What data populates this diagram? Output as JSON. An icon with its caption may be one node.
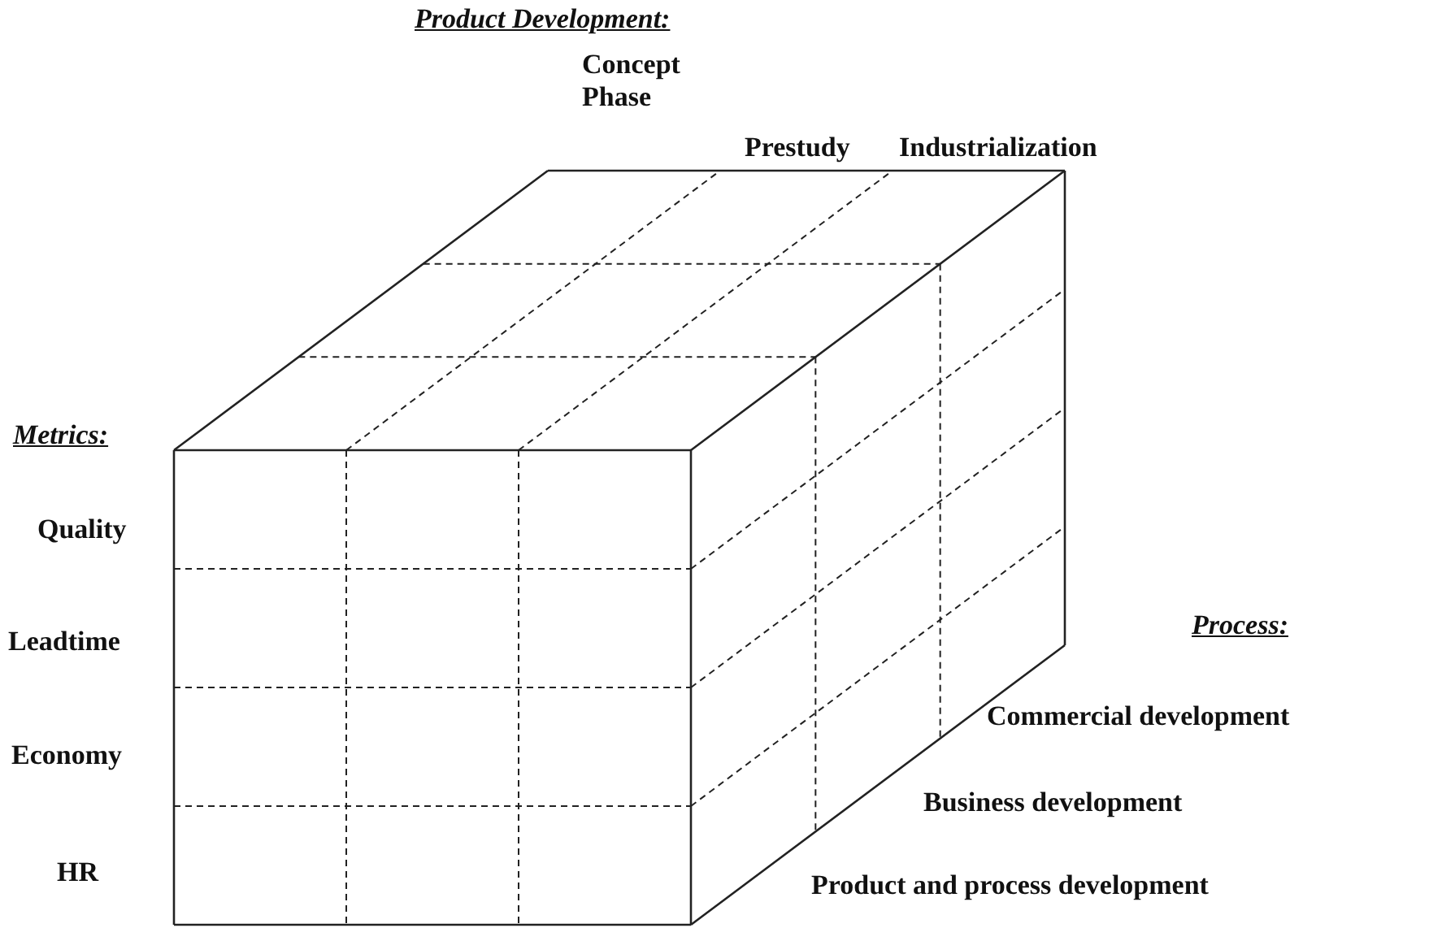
{
  "diagram": {
    "labels": [
      "Product Development:",
      "Concept Phase",
      "Prestudy",
      "Industrialization",
      "Metrics:",
      "Quality",
      "Leadtime",
      "Economy",
      "HR",
      "Process:",
      "Commercial development",
      "Business development",
      "Product and process development"
    ]
  }
}
